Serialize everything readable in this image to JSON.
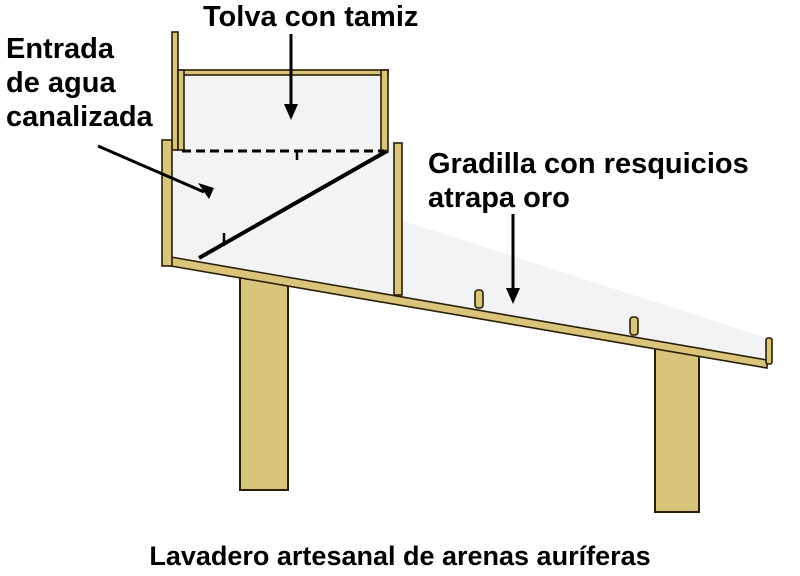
{
  "labels": {
    "tolva": "Tolva con tamiz",
    "entrada": [
      "Entrada",
      "de agua",
      "canalizada"
    ],
    "gradilla": [
      "Gradilla con resquicios",
      "atrapa oro"
    ]
  },
  "caption": "Lavadero artesanal de arenas auríferas",
  "colors": {
    "wood": "#d8c47a",
    "wood_dark": "#c6b062",
    "outline": "#2a1d05",
    "panel": "#f3f3f6",
    "line": "#000000"
  }
}
